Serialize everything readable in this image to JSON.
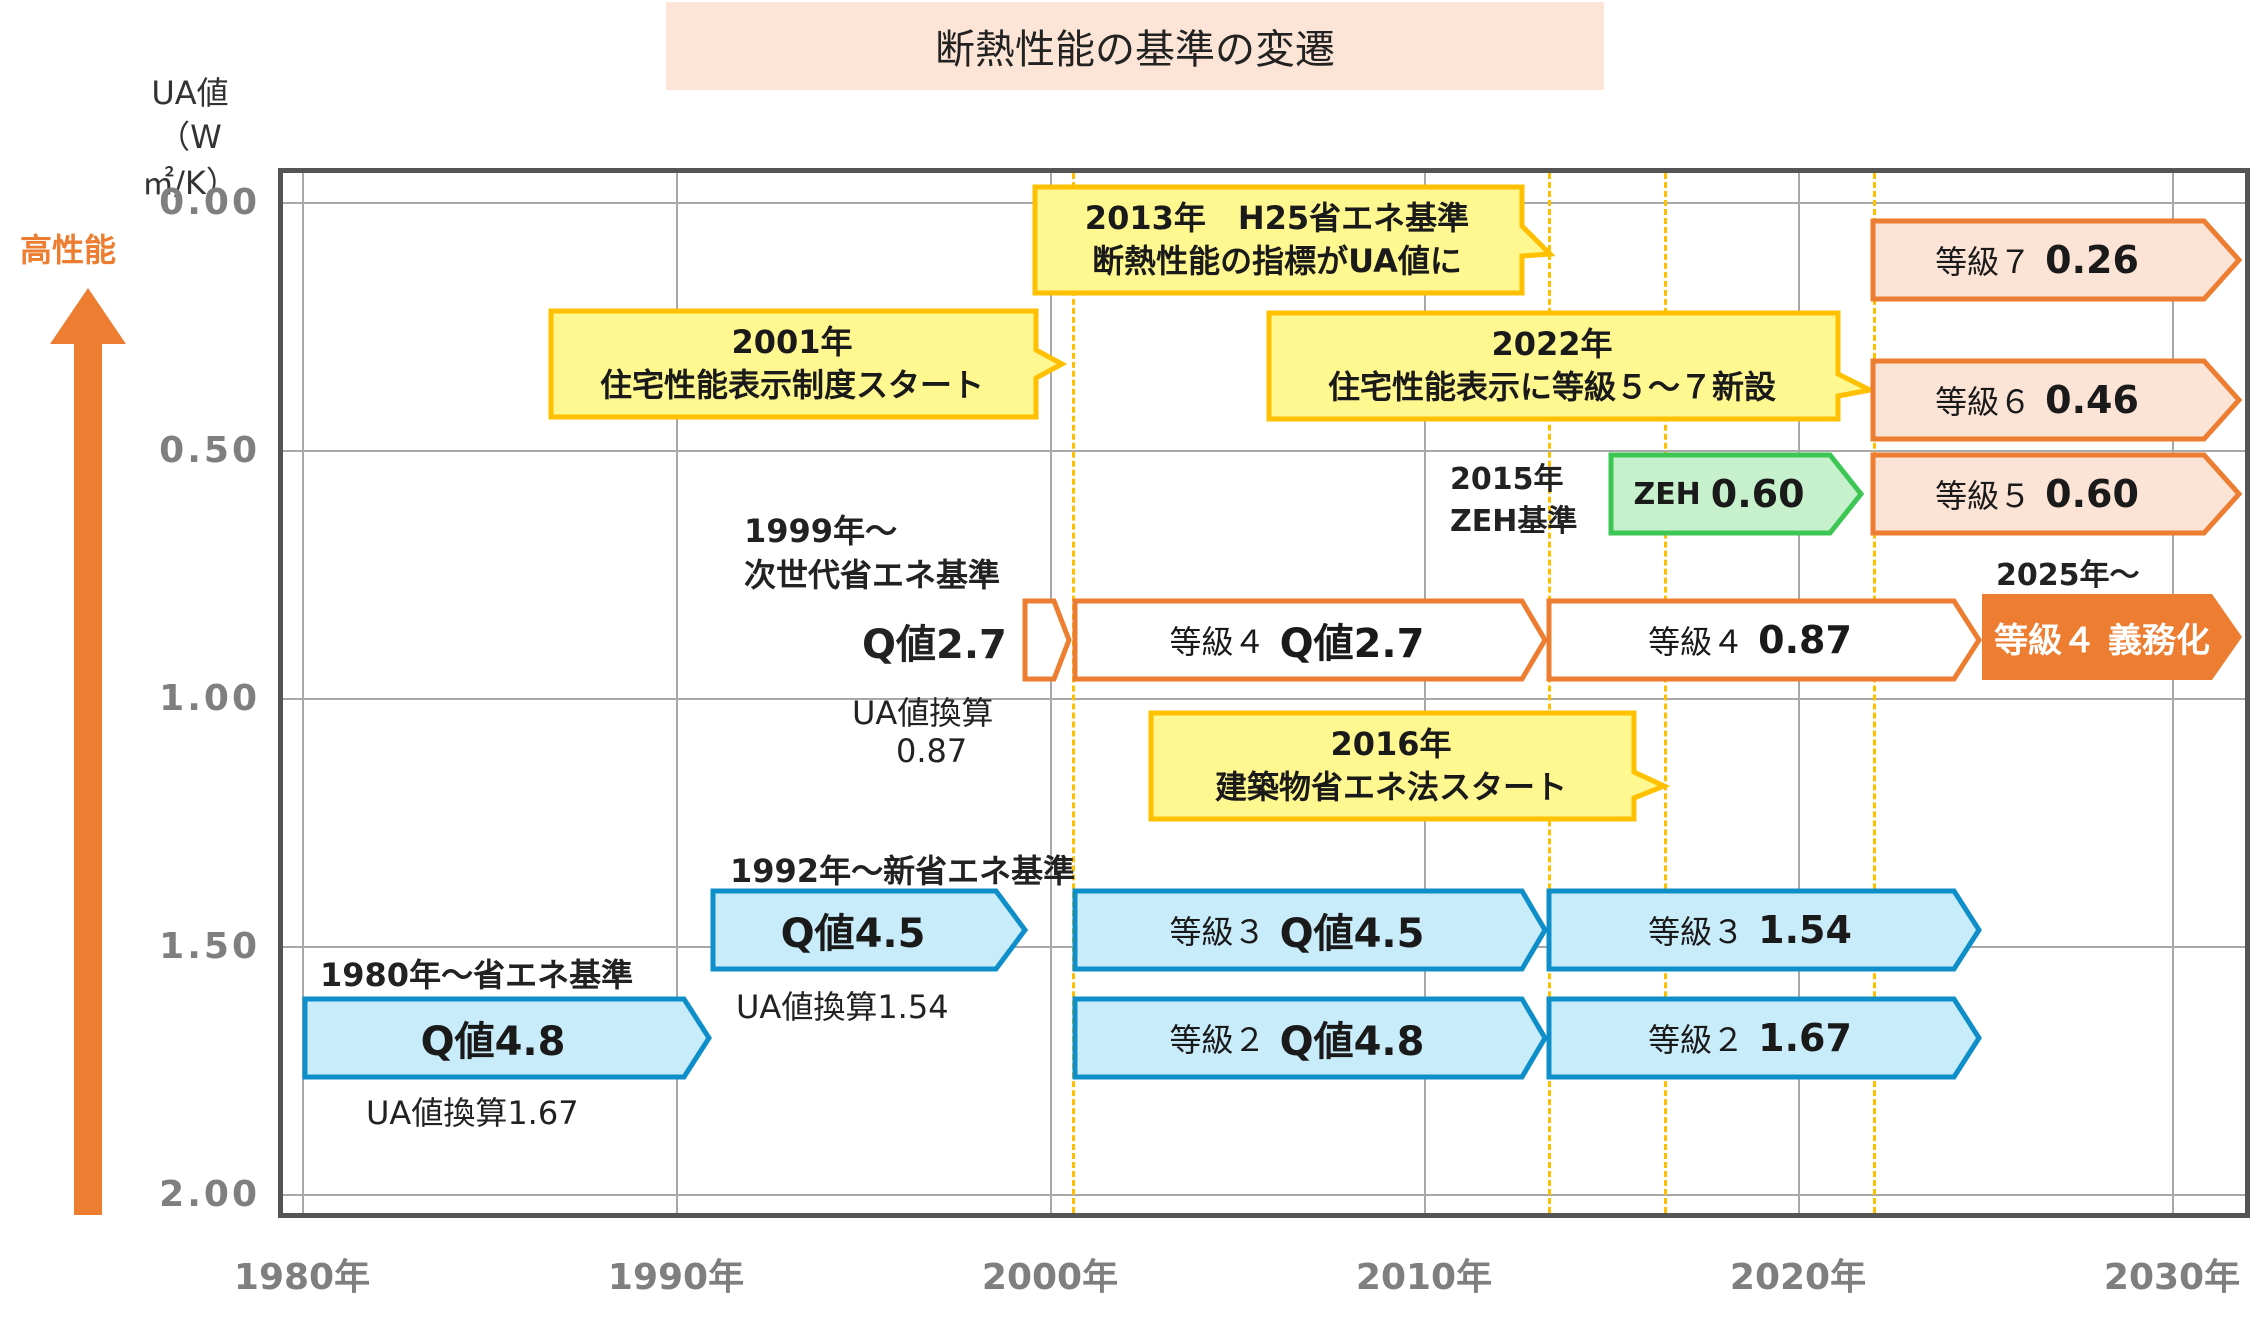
{
  "title": "断熱性能の基準の変遷",
  "y_axis": {
    "unit_line1": "UA値",
    "unit_line2": "（W㎡/K）",
    "direction_label": "高性能",
    "ticks": [
      "0.00",
      "0.50",
      "1.00",
      "1.50",
      "2.00"
    ]
  },
  "x_axis": {
    "ticks": [
      "1980年",
      "1990年",
      "2000年",
      "2010年",
      "2020年",
      "2030年"
    ]
  },
  "colors": {
    "orange": "#ed7d31",
    "orange_fill": "#fbe3d6",
    "blue": "#0e8fc9",
    "blue_fill": "#c9ecfa",
    "green": "#3cc754",
    "green_fill": "#c6f1cc",
    "yellow": "#ffc000",
    "yellow_fill": "#fff78f"
  },
  "callouts": {
    "c2001": {
      "line1": "2001年",
      "line2": "住宅性能表示制度スタート"
    },
    "c2013": {
      "line1": "2013年　H25省エネ基準",
      "line2": "断熱性能の指標がUA値に"
    },
    "c2022": {
      "line1": "2022年",
      "line2": "住宅性能表示に等級５～７新設"
    },
    "c2016": {
      "line1": "2016年",
      "line2": "建築物省エネ法スタート"
    }
  },
  "notes": {
    "n1999_1": "1999年～",
    "n1999_2": "次世代省エネ基準",
    "n1999_q": "Q値2.7",
    "n1999_ua1": "UA値換算",
    "n1999_ua2": "0.87",
    "n2015_1": "2015年",
    "n2015_2": "ZEH基準",
    "n2025": "2025年～",
    "n1992": "1992年～新省エネ基準",
    "n1992_ua": "UA値換算1.54",
    "n1980": "1980年～省エネ基準",
    "n1980_ua": "UA値換算1.67"
  },
  "bars": {
    "g7": {
      "label": "等級７",
      "value": "0.26"
    },
    "g6": {
      "label": "等級６",
      "value": "0.46"
    },
    "g5": {
      "label": "等級５",
      "value": "0.60"
    },
    "zeh": {
      "label": "ZEH",
      "value": "0.60"
    },
    "g4_obligation": {
      "label": "等級４ 義務化"
    },
    "g4_q": {
      "label": "等級４",
      "value": "Q値2.7"
    },
    "g4_ua": {
      "label": "等級４",
      "value": "0.87"
    },
    "g3_q": {
      "label": "等級３",
      "value": "Q値4.5"
    },
    "g3_ua": {
      "label": "等級３",
      "value": "1.54"
    },
    "g2_q": {
      "label": "等級２",
      "value": "Q値4.8"
    },
    "g2_ua": {
      "label": "等級２",
      "value": "1.67"
    },
    "q45": {
      "value": "Q値4.5"
    },
    "q48": {
      "value": "Q値4.8"
    }
  }
}
